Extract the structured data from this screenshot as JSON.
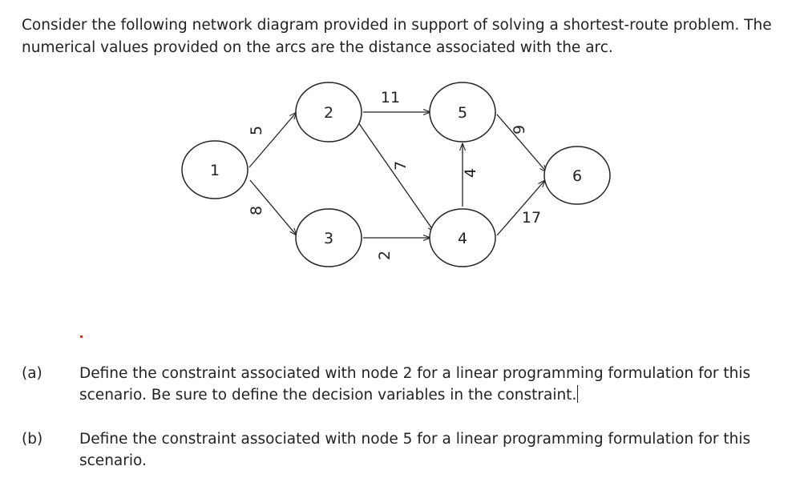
{
  "intro": "Consider the following network diagram provided in support of solving a shortest-route problem. The numerical values provided on the arcs are the distance associated with the arc.",
  "network": {
    "nodes": [
      {
        "id": "1",
        "label": "1"
      },
      {
        "id": "2",
        "label": "2"
      },
      {
        "id": "3",
        "label": "3"
      },
      {
        "id": "4",
        "label": "4"
      },
      {
        "id": "5",
        "label": "5"
      },
      {
        "id": "6",
        "label": "6"
      }
    ],
    "arcs": [
      {
        "from": "1",
        "to": "2",
        "distance": "5"
      },
      {
        "from": "1",
        "to": "3",
        "distance": "8"
      },
      {
        "from": "2",
        "to": "5",
        "distance": "11"
      },
      {
        "from": "2",
        "to": "4",
        "distance": "7"
      },
      {
        "from": "3",
        "to": "4",
        "distance": "2"
      },
      {
        "from": "4",
        "to": "5",
        "distance": "4"
      },
      {
        "from": "5",
        "to": "6",
        "distance": "9"
      },
      {
        "from": "4",
        "to": "6",
        "distance": "17"
      }
    ]
  },
  "questions": [
    {
      "label": "(a)",
      "text": "Define the constraint associated with node 2 for a linear programming formulation for this scenario. Be sure to define the decision variables in the constraint."
    },
    {
      "label": "(b)",
      "text": "Define the constraint associated with node 5 for a linear programming formulation for this scenario."
    }
  ]
}
